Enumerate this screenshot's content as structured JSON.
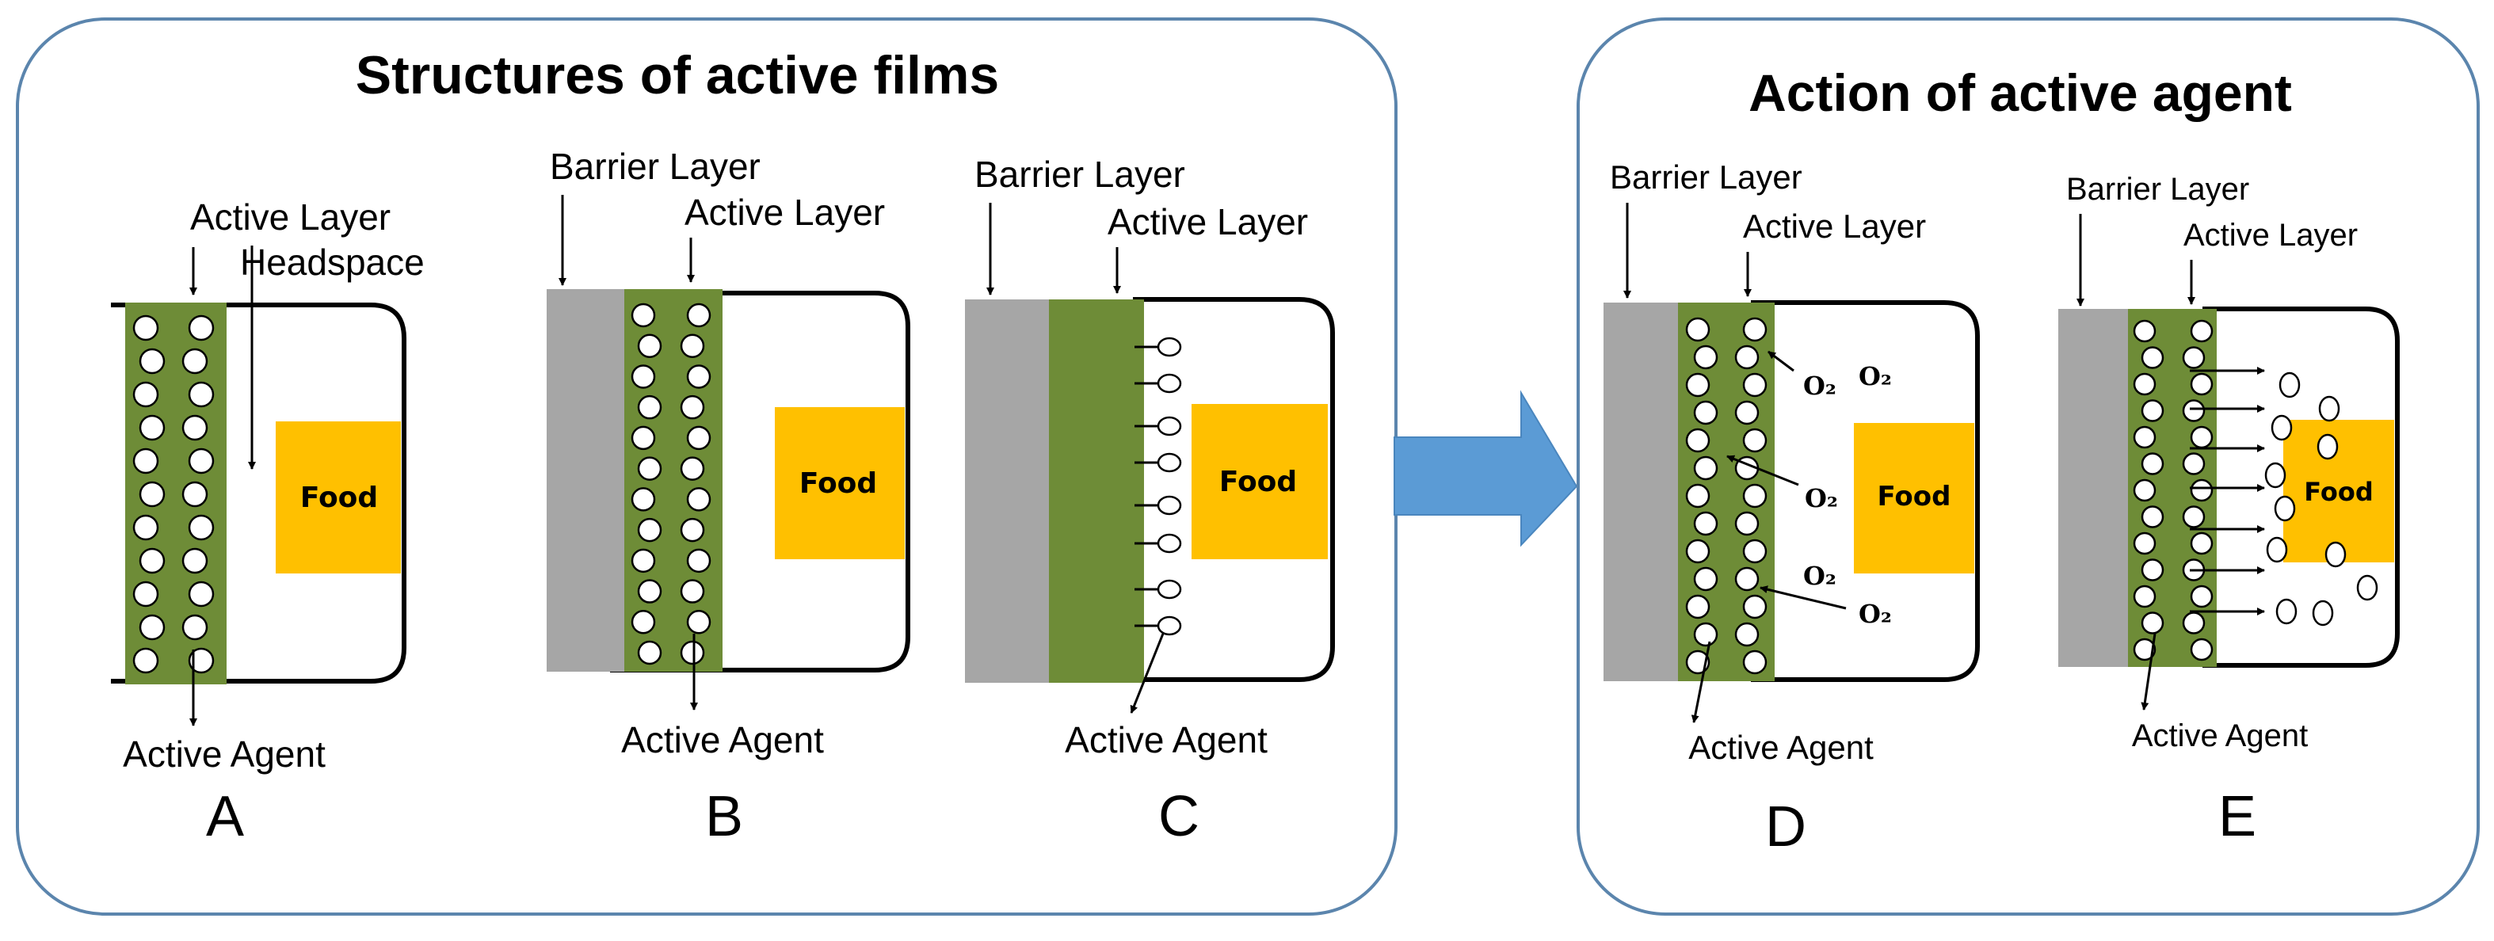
{
  "left_panel": {
    "title": "Structures of active films"
  },
  "right_panel": {
    "title": "Action of active agent"
  },
  "labels": {
    "active_layer": "Active Layer",
    "headspace": "Headspace",
    "barrier_layer": "Barrier Layer",
    "active_agent": "Active Agent",
    "food": "Food",
    "oxygen": "O₂"
  },
  "panels": {
    "a": "A",
    "b": "B",
    "c": "C",
    "d": "D",
    "e": "E"
  },
  "colors": {
    "barrier": "#a6a6a6",
    "active_layer": "#6e8c37",
    "food": "#ffc000",
    "transition_arrow": "#5b9bd5",
    "frame_stroke": "#5b85ad"
  }
}
